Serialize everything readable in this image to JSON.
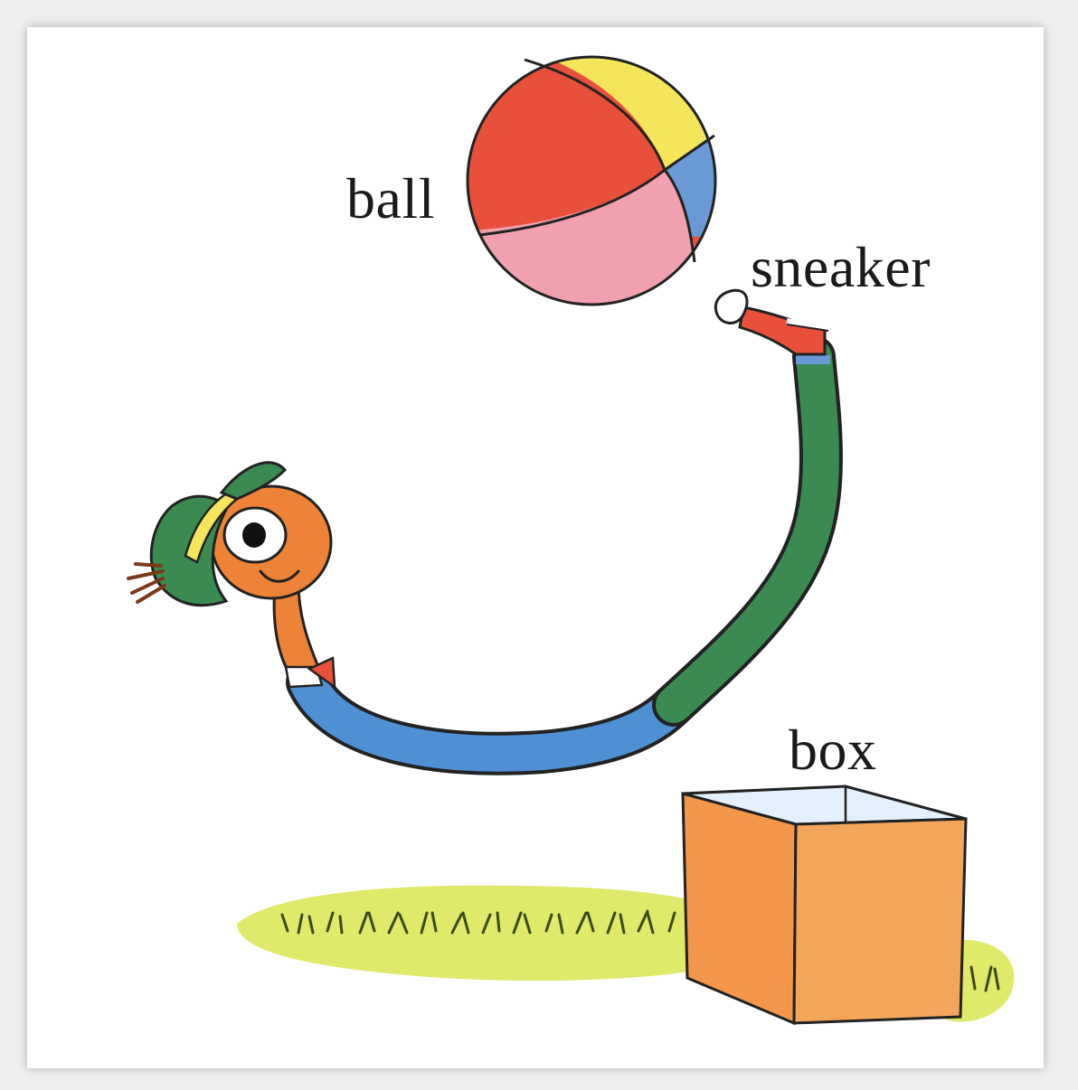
{
  "labels": {
    "ball": "ball",
    "sneaker": "sneaker",
    "box": "box"
  },
  "colors": {
    "ball_red": "#e9503b",
    "ball_yellow": "#f4e55a",
    "ball_blue": "#6a9ad6",
    "ball_pink": "#f0a0ae",
    "worm_head": "#ee8338",
    "worm_green": "#3b8a52",
    "worm_blue": "#4f8fd4",
    "box_orange": "#f4974a",
    "grass": "#dfe96a"
  }
}
